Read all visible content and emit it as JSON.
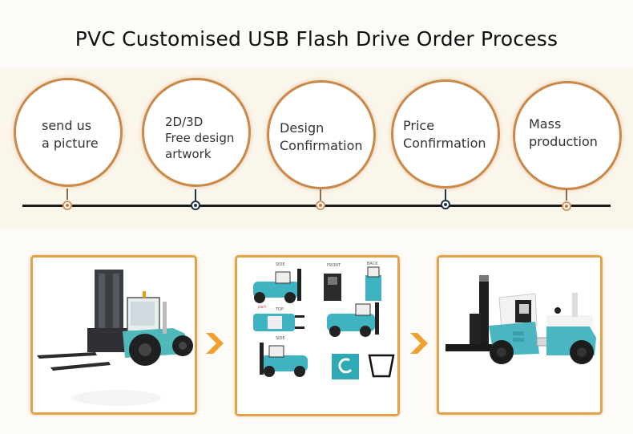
{
  "title": "PVC Customised USB Flash Drive Order Process",
  "steps": [
    {
      "lines": [
        "send us",
        "a picture"
      ],
      "marker": "orange"
    },
    {
      "lines": [
        "2D/3D",
        "Free design",
        "artwork"
      ],
      "marker": "dark"
    },
    {
      "lines": [
        "Design",
        "Confirmation"
      ],
      "marker": "orange"
    },
    {
      "lines": [
        "Price",
        "Confirmation"
      ],
      "marker": "dark"
    },
    {
      "lines": [
        "Mass",
        "production"
      ],
      "marker": "orange"
    }
  ],
  "panels": [
    {
      "name": "reference-photo",
      "description": "Photo of a real forklift (teal and black)"
    },
    {
      "name": "design-artwork",
      "description": "2D design drawing of forklift USB drive",
      "labels": {
        "side": "SIDE",
        "front": "FRONT",
        "back": "BACK",
        "top": "TOP",
        "side2": "SIDE",
        "part": "part"
      }
    },
    {
      "name": "finished-product",
      "description": "Finished PVC forklift-shaped USB flash drive"
    }
  ],
  "colors": {
    "accent_orange": "#e0a24a",
    "circle_border": "#c8894a",
    "marker_dark": "#1b3346",
    "teal": "#3fb3c2"
  },
  "icons": {
    "arrow": "chevron-right-icon"
  }
}
